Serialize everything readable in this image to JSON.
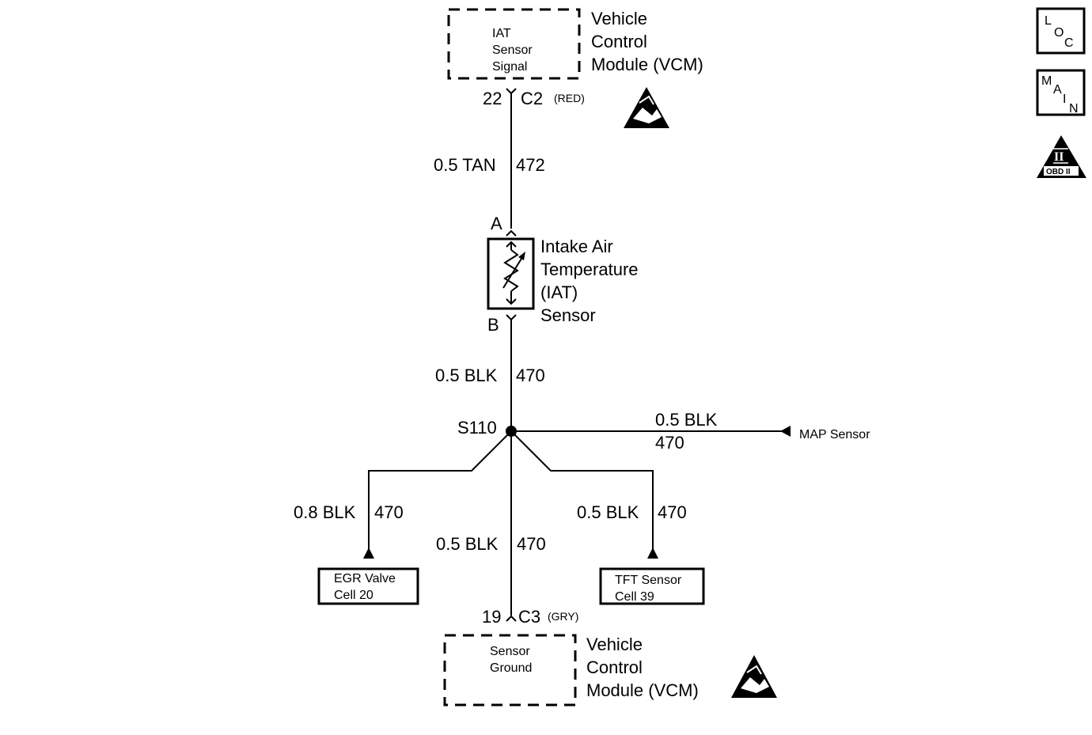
{
  "top_module": {
    "inner": [
      "IAT",
      "Sensor",
      "Signal"
    ],
    "title": [
      "Vehicle",
      "Control",
      "Module (VCM)"
    ]
  },
  "top_connector": {
    "pin": "22",
    "id": "C2",
    "color": "(RED)"
  },
  "wire_top": {
    "size_color": "0.5 TAN",
    "circuit": "472"
  },
  "sensor": {
    "pin_a": "A",
    "pin_b": "B",
    "name": [
      "Intake Air",
      "Temperature",
      "(IAT)",
      "Sensor"
    ]
  },
  "wire_mid": {
    "size_color": "0.5 BLK",
    "circuit": "470"
  },
  "splice": {
    "id": "S110"
  },
  "map_branch": {
    "size_color": "0.5 BLK",
    "circuit": "470",
    "dest": "MAP Sensor"
  },
  "egr_branch": {
    "size_color": "0.8 BLK",
    "circuit": "470",
    "dest": [
      "EGR Valve",
      "Cell 20"
    ]
  },
  "tft_branch": {
    "size_color": "0.5 BLK",
    "circuit": "470",
    "dest": [
      "TFT Sensor",
      "Cell 39"
    ]
  },
  "ground_wire": {
    "size_color": "0.5 BLK",
    "circuit": "470"
  },
  "bottom_connector": {
    "pin": "19",
    "id": "C3",
    "color": "(GRY)"
  },
  "bottom_module": {
    "inner": [
      "Sensor",
      "Ground"
    ],
    "title": [
      "Vehicle",
      "Control",
      "Module (VCM)"
    ]
  },
  "icons": {
    "loc": [
      "L",
      "O",
      "C"
    ],
    "main": [
      "M",
      "A",
      "I",
      "N"
    ],
    "obd": {
      "numeral": "II",
      "label": "OBD II"
    },
    "esd": "esd-sensitive-icon"
  }
}
